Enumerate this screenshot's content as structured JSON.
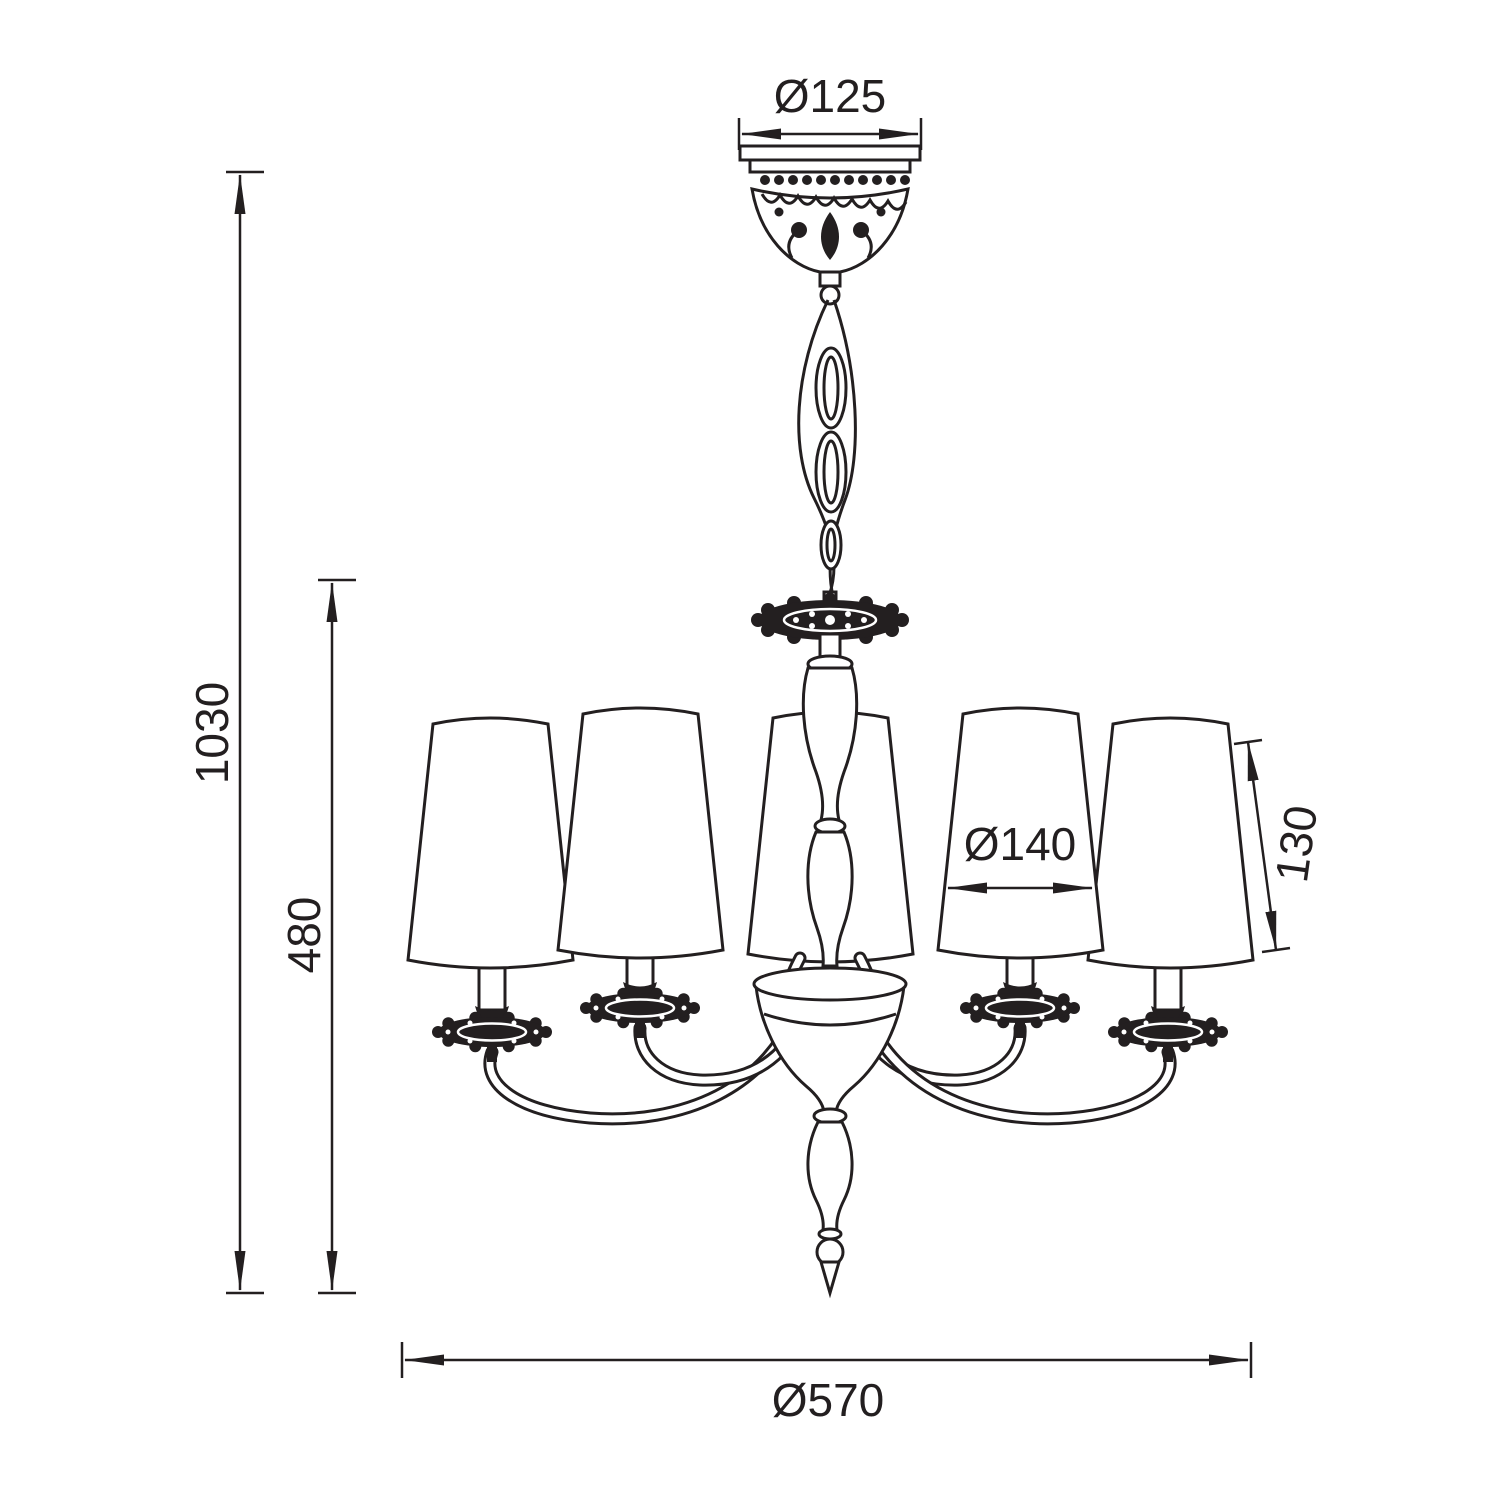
{
  "drawing": {
    "dim_canopy_diameter": "Ø125",
    "dim_overall_height": "1030",
    "dim_body_height": "480",
    "dim_shade_diameter": "Ø140",
    "dim_shade_height": "130",
    "dim_overall_diameter": "Ø570"
  },
  "colors": {
    "line": "#231f20",
    "background": "#ffffff"
  }
}
